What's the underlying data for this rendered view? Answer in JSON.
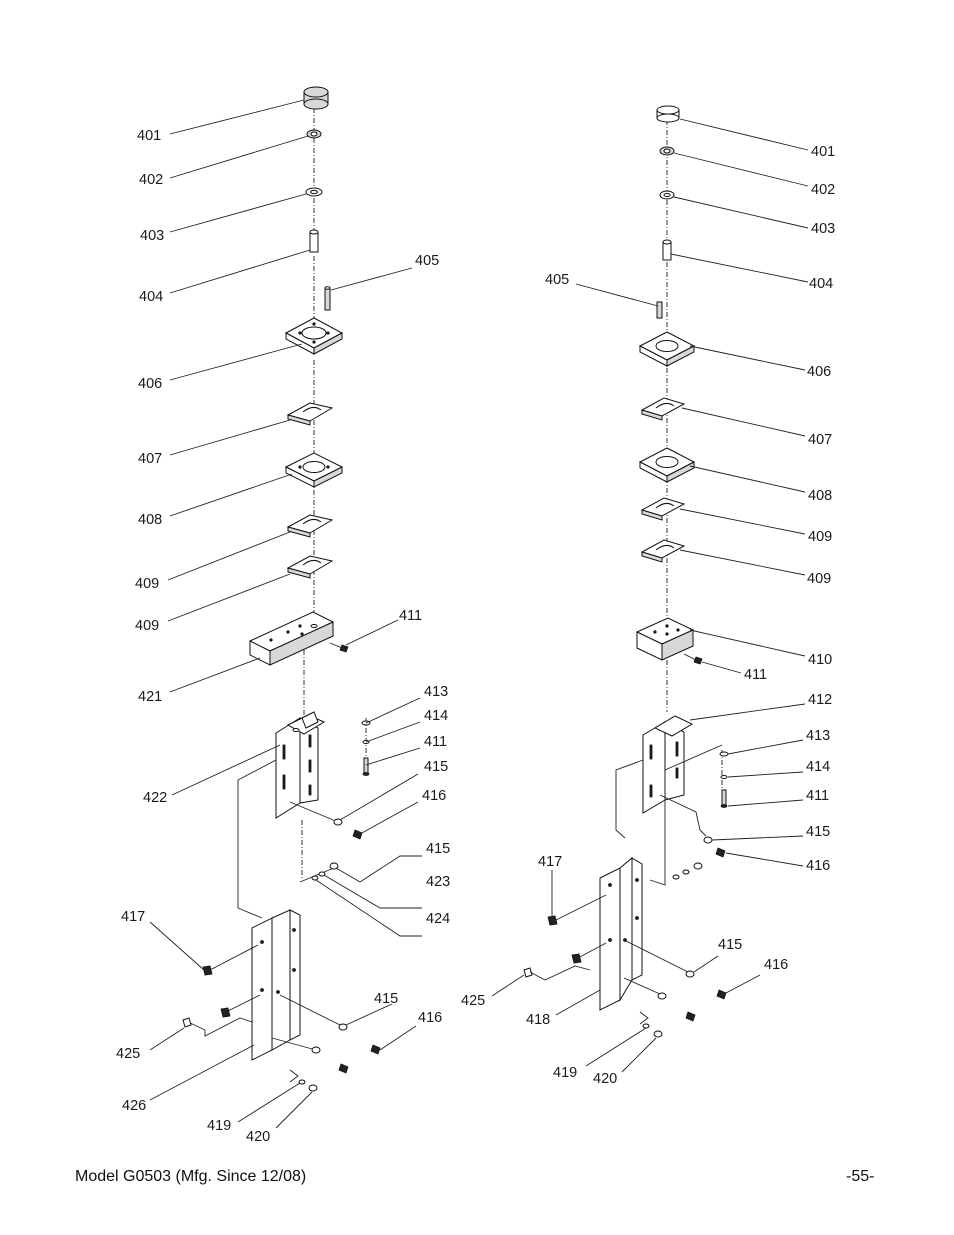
{
  "footer": {
    "model": "Model G0503 (Mfg. Since 12/08)",
    "page": "-55-"
  },
  "left_callouts": [
    "401",
    "402",
    "403",
    "404",
    "405",
    "406",
    "407",
    "408",
    "409",
    "409",
    "411",
    "421",
    "413",
    "414",
    "411",
    "415",
    "416",
    "422",
    "415",
    "423",
    "424",
    "417",
    "415",
    "416",
    "425",
    "426",
    "419",
    "420"
  ],
  "right_callouts": [
    "401",
    "402",
    "403",
    "404",
    "405",
    "406",
    "407",
    "408",
    "409",
    "409",
    "410",
    "411",
    "412",
    "413",
    "414",
    "411",
    "415",
    "416",
    "417",
    "415",
    "416",
    "425",
    "418",
    "419",
    "420"
  ]
}
